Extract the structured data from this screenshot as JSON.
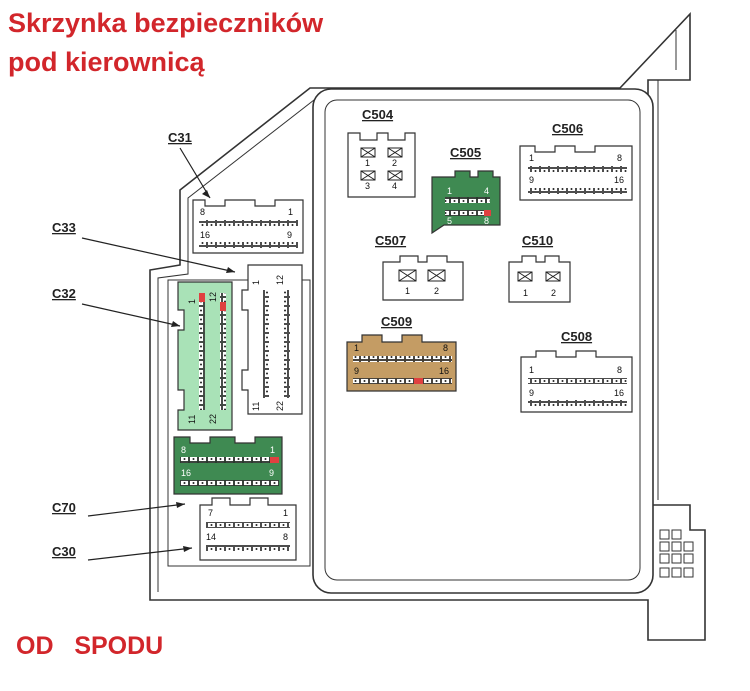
{
  "title": {
    "line1": "Skrzynka bezpieczników",
    "line2": "pod kierownicą"
  },
  "footer": {
    "text": "OD   SPODU"
  },
  "colors": {
    "accent_red": "#d2262b",
    "green_dark": "#3f8a52",
    "green_light": "#a9e2b7",
    "tan": "#c49c64",
    "pin_red": "#e04040"
  },
  "connectors": {
    "c504": {
      "label": "C504",
      "pins": [
        "1",
        "2",
        "3",
        "4"
      ]
    },
    "c505": {
      "label": "C505",
      "pins": [
        "1",
        "4",
        "5",
        "8"
      ]
    },
    "c506": {
      "label": "C506",
      "pins": [
        "1",
        "8",
        "9",
        "16"
      ]
    },
    "c507": {
      "label": "C507",
      "pins": [
        "1",
        "2"
      ]
    },
    "c510": {
      "label": "C510",
      "pins": [
        "1",
        "2"
      ]
    },
    "c509": {
      "label": "C509",
      "pins": [
        "1",
        "8",
        "9",
        "16"
      ]
    },
    "c508": {
      "label": "C508",
      "pins": [
        "1",
        "8",
        "9",
        "16"
      ]
    },
    "c31": {
      "label": "C31",
      "pins": [
        "8",
        "1",
        "16",
        "9"
      ]
    },
    "c33": {
      "label": "C33",
      "pins": [
        "1",
        "12",
        "11",
        "22"
      ]
    },
    "c32": {
      "label": "C32",
      "pins": [
        "1",
        "12",
        "11",
        "22"
      ]
    },
    "c70": {
      "label": "C70",
      "pins": [
        "8",
        "1",
        "16",
        "9"
      ]
    },
    "c30": {
      "label": "C30",
      "pins": [
        "7",
        "1",
        "14",
        "8"
      ]
    }
  }
}
